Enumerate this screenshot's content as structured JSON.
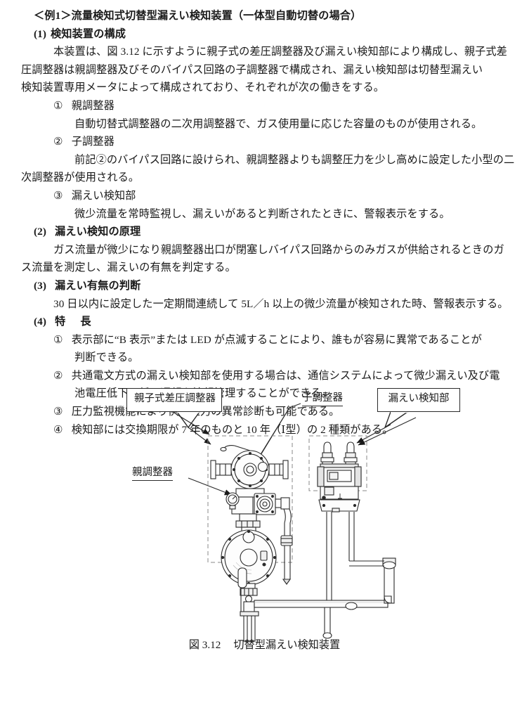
{
  "document": {
    "heading": "＜例1＞流量検知式切替型漏えい検知装置（一体型自動切替の場合）",
    "sections": [
      {
        "number": "(1)",
        "title": "検知装置の構成",
        "lines": [
          "本装置は、図 3.12 に示すように親子式の差圧調整器及び漏えい検知部により構成し、親子式差",
          "圧調整器は親調整器及びそのバイパス回路の子調整器で構成され、漏えい検知部は切替型漏えい",
          "検知装置専用メータによって構成されており、それぞれが次の働きをする。"
        ],
        "items": [
          {
            "marker": "①",
            "label": "親調整器",
            "lines": [
              "自動切替式調整器の二次用調整器で、ガス使用量に応じた容量のものが使用される。"
            ]
          },
          {
            "marker": "②",
            "label": "子調整器",
            "lines": [
              "前記②のバイパス回路に設けられ、親調整器よりも調整圧力を少し高めに設定した小型の二",
              "次調整器が使用される。"
            ]
          },
          {
            "marker": "③",
            "label": "漏えい検知部",
            "lines": [
              "微少流量を常時監視し、漏えいがあると判断されたときに、警報表示をする。"
            ]
          }
        ]
      },
      {
        "number": "(2)",
        "title": "漏えい検知の原理",
        "lines": [
          "ガス流量が微少になり親調整器出口が閉塞しバイパス回路からのみガスが供給されるときのガ",
          "ス流量を測定し、漏えいの有無を判定する。"
        ],
        "items": []
      },
      {
        "number": "(3)",
        "title": "漏えい有無の判断",
        "lines": [
          "30 日以内に設定した一定期間連続して 5L／h 以上の微少流量が検知された時、警報表示する。"
        ],
        "items": []
      },
      {
        "number": "(4)",
        "title": "特　長",
        "lines": [],
        "items": [
          {
            "marker": "①",
            "label": "",
            "lines": [
              "表示部に“B 表示”または LED が点滅することにより、誰もが容易に異常であることが",
              "判断できる。"
            ]
          },
          {
            "marker": "②",
            "label": "",
            "lines": [
              "共通電文方式の漏えい検知部を使用する場合は、通信システムによって微少漏えい及び電",
              "池電圧低下に係る通報を情報管理することができる。"
            ]
          },
          {
            "marker": "③",
            "label": "",
            "lines": [
              "圧力監視機能により供給圧力の異常診断も可能である。"
            ]
          },
          {
            "marker": "④",
            "label": "",
            "lines": [
              "検知部には交換期限が 7 年のものと 10 年（Ⅰ型）の 2 種類がある。"
            ]
          }
        ]
      }
    ]
  },
  "figure": {
    "callouts": {
      "parent_child_differential_regulator": "親子式差圧調整器",
      "child_regulator": "子調整器",
      "leak_detector": "漏えい検知部",
      "parent_regulator": "親調整器"
    },
    "caption_number": "図 3.12",
    "caption_title": "切替型漏えい検知装置"
  },
  "colors": {
    "text": "#1a1a1a",
    "line": "#2b2b2b",
    "dashed_box": "#8a8a8a",
    "equipment_fill": "#fbfbfb"
  }
}
